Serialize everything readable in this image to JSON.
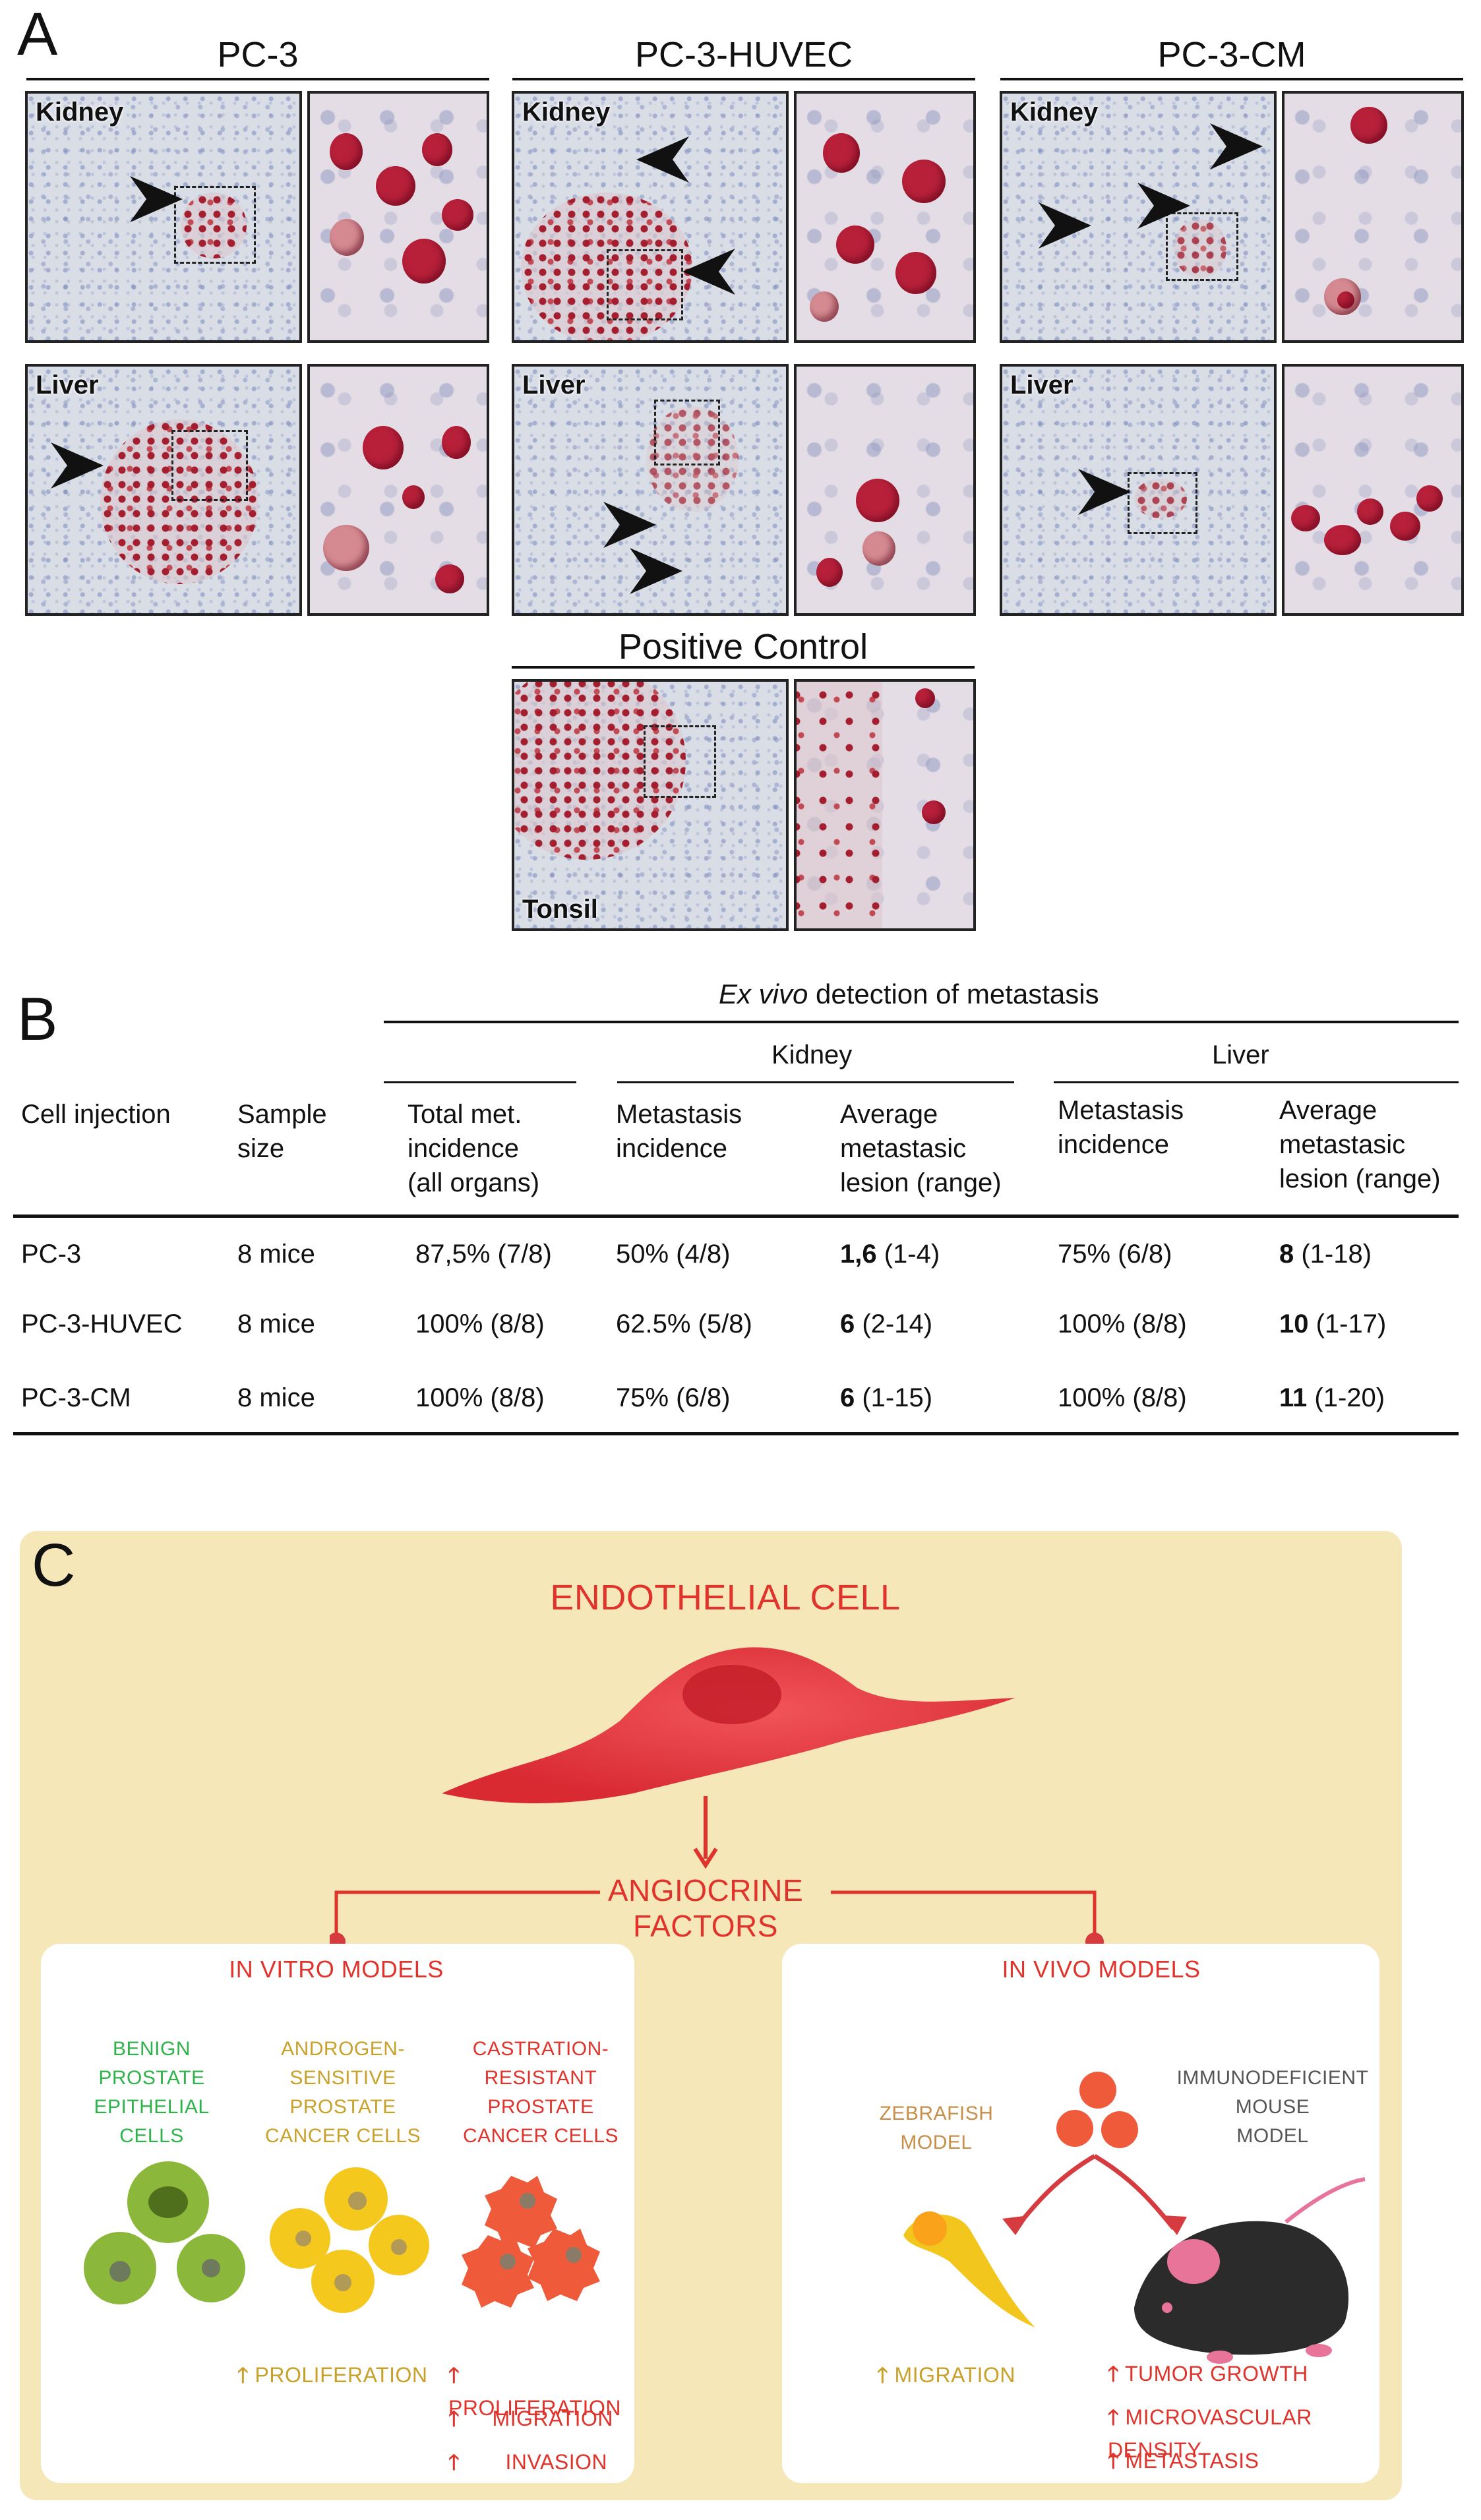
{
  "panel_a": {
    "letter": "A",
    "groups": [
      {
        "title": "PC-3",
        "organ_labels": [
          "Kidney",
          "Liver"
        ]
      },
      {
        "title": "PC-3-HUVEC",
        "organ_labels": [
          "Kidney",
          "Liver"
        ]
      },
      {
        "title": "PC-3-CM",
        "organ_labels": [
          "Kidney",
          "Liver"
        ]
      }
    ],
    "control": {
      "title": "Positive Control",
      "label": "Tonsil"
    }
  },
  "panel_b": {
    "letter": "B",
    "super_header": {
      "italic": "Ex vivo",
      "rest": " detection of metastasis"
    },
    "kidney_header": "Kidney",
    "liver_header": "Liver",
    "columns": [
      "Cell injection",
      "Sample size",
      "Total met. incidence (all organs)",
      "Metastasis incidence",
      "Average metastasic lesion (range)",
      "Metastasis incidence",
      "Average metastasic lesion (range)"
    ],
    "column_lines": [
      [
        "Cell injection"
      ],
      [
        "Sample",
        "size"
      ],
      [
        "Total met.",
        "incidence",
        "(all organs)"
      ],
      [
        "Metastasis",
        "incidence"
      ],
      [
        "Average",
        "metastasic",
        "lesion (range)"
      ],
      [
        "Metastasis",
        "incidence"
      ],
      [
        "Average",
        "metastasic",
        "lesion (range)"
      ]
    ],
    "rows": [
      {
        "cell": "PC-3",
        "size": "8 mice",
        "total": "87,5% (7/8)",
        "k_inc": "50% (4/8)",
        "k_avg": "1,6",
        "k_range": " (1-4)",
        "l_inc": "75% (6/8)",
        "l_avg": "8",
        "l_range": " (1-18)"
      },
      {
        "cell": "PC-3-HUVEC",
        "size": "8 mice",
        "total": "100% (8/8)",
        "k_inc": "62.5% (5/8)",
        "k_avg": "6",
        "k_range": " (2-14)",
        "l_inc": "100% (8/8)",
        "l_avg": "10",
        "l_range": " (1-17)"
      },
      {
        "cell": "PC-3-CM",
        "size": "8 mice",
        "total": "100% (8/8)",
        "k_inc": "75% (6/8)",
        "k_avg": "6",
        "k_range": " (1-15)",
        "l_inc": "100% (8/8)",
        "l_avg": "11",
        "l_range": " (1-20)"
      }
    ]
  },
  "panel_c": {
    "letter": "C",
    "endothelial": "ENDOTHELIAL CELL",
    "angiocrine_lines": [
      "ANGIOCRINE",
      "FACTORS"
    ],
    "in_vitro": {
      "title": "IN VITRO MODELS",
      "benign_lines": [
        "BENIGN",
        "PROSTATE",
        "EPITHELIAL",
        "CELLS"
      ],
      "androgen_lines": [
        "ANDROGEN-",
        "SENSITIVE",
        "PROSTATE",
        "CANCER CELLS"
      ],
      "castration_lines": [
        "CASTRATION-",
        "RESISTANT",
        "PROSTATE",
        "CANCER CELLS"
      ],
      "androgen_effects": [
        "PROLIFERATION"
      ],
      "castration_effects": [
        "PROLIFERATION",
        "MIGRATION",
        "INVASION"
      ]
    },
    "in_vivo": {
      "title": "IN VIVO MODELS",
      "zebrafish_lines": [
        "ZEBRAFISH",
        "MODEL"
      ],
      "mouse_lines": [
        "IMMUNODEFICIENT",
        "MOUSE",
        "MODEL"
      ],
      "zebrafish_effects": [
        "MIGRATION"
      ],
      "mouse_effects": [
        "TUMOR GROWTH",
        "MICROVASCULAR DENSITY",
        "METASTASIS"
      ]
    },
    "colors": {
      "red": "#e0332b",
      "green": "#2eb24a",
      "gold": "#c9a12a",
      "background": "#f6e7b8"
    }
  }
}
